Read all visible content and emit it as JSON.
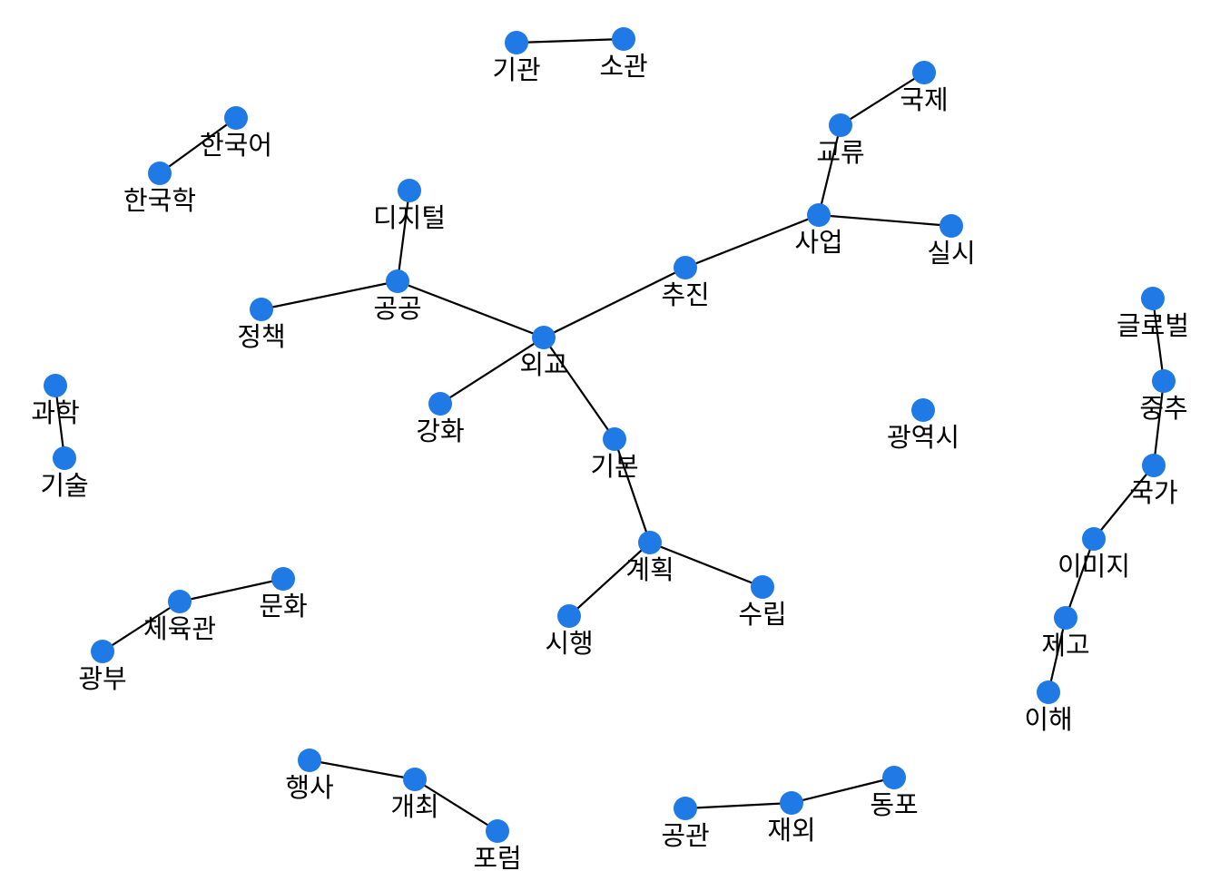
{
  "graph": {
    "colors": {
      "node": "#1f7ae6",
      "edge": "#000000",
      "background": "#ffffff"
    },
    "nodes": [
      {
        "id": "외교",
        "label": "외교"
      },
      {
        "id": "공공",
        "label": "공공"
      },
      {
        "id": "디지털",
        "label": "디지털"
      },
      {
        "id": "정책",
        "label": "정책"
      },
      {
        "id": "강화",
        "label": "강화"
      },
      {
        "id": "추진",
        "label": "추진"
      },
      {
        "id": "사업",
        "label": "사업"
      },
      {
        "id": "교류",
        "label": "교류"
      },
      {
        "id": "국제",
        "label": "국제"
      },
      {
        "id": "실시",
        "label": "실시"
      },
      {
        "id": "기본",
        "label": "기본"
      },
      {
        "id": "계획",
        "label": "계획"
      },
      {
        "id": "시행",
        "label": "시행"
      },
      {
        "id": "수립",
        "label": "수립"
      },
      {
        "id": "기관",
        "label": "기관"
      },
      {
        "id": "소관",
        "label": "소관"
      },
      {
        "id": "한국어",
        "label": "한국어"
      },
      {
        "id": "한국학",
        "label": "한국학"
      },
      {
        "id": "과학",
        "label": "과학"
      },
      {
        "id": "기술",
        "label": "기술"
      },
      {
        "id": "광역시",
        "label": "광역시"
      },
      {
        "id": "글로벌",
        "label": "글로벌"
      },
      {
        "id": "중추",
        "label": "중추"
      },
      {
        "id": "국가",
        "label": "국가"
      },
      {
        "id": "이미지",
        "label": "이미지"
      },
      {
        "id": "제고",
        "label": "제고"
      },
      {
        "id": "이해",
        "label": "이해"
      },
      {
        "id": "체육관",
        "label": "체육관"
      },
      {
        "id": "문화",
        "label": "문화"
      },
      {
        "id": "광부",
        "label": "광부"
      },
      {
        "id": "행사",
        "label": "행사"
      },
      {
        "id": "개최",
        "label": "개최"
      },
      {
        "id": "포럼",
        "label": "포럼"
      },
      {
        "id": "공관",
        "label": "공관"
      },
      {
        "id": "재외",
        "label": "재외"
      },
      {
        "id": "동포",
        "label": "동포"
      }
    ],
    "edges": [
      [
        "외교",
        "공공"
      ],
      [
        "외교",
        "추진"
      ],
      [
        "외교",
        "강화"
      ],
      [
        "외교",
        "기본"
      ],
      [
        "공공",
        "디지털"
      ],
      [
        "공공",
        "정책"
      ],
      [
        "추진",
        "사업"
      ],
      [
        "사업",
        "교류"
      ],
      [
        "사업",
        "실시"
      ],
      [
        "교류",
        "국제"
      ],
      [
        "기본",
        "계획"
      ],
      [
        "계획",
        "시행"
      ],
      [
        "계획",
        "수립"
      ],
      [
        "기관",
        "소관"
      ],
      [
        "한국어",
        "한국학"
      ],
      [
        "과학",
        "기술"
      ],
      [
        "글로벌",
        "중추"
      ],
      [
        "중추",
        "국가"
      ],
      [
        "국가",
        "이미지"
      ],
      [
        "이미지",
        "제고"
      ],
      [
        "제고",
        "이해"
      ],
      [
        "체육관",
        "문화"
      ],
      [
        "체육관",
        "광부"
      ],
      [
        "행사",
        "개최"
      ],
      [
        "개최",
        "포럼"
      ],
      [
        "공관",
        "재외"
      ],
      [
        "재외",
        "동포"
      ]
    ]
  }
}
